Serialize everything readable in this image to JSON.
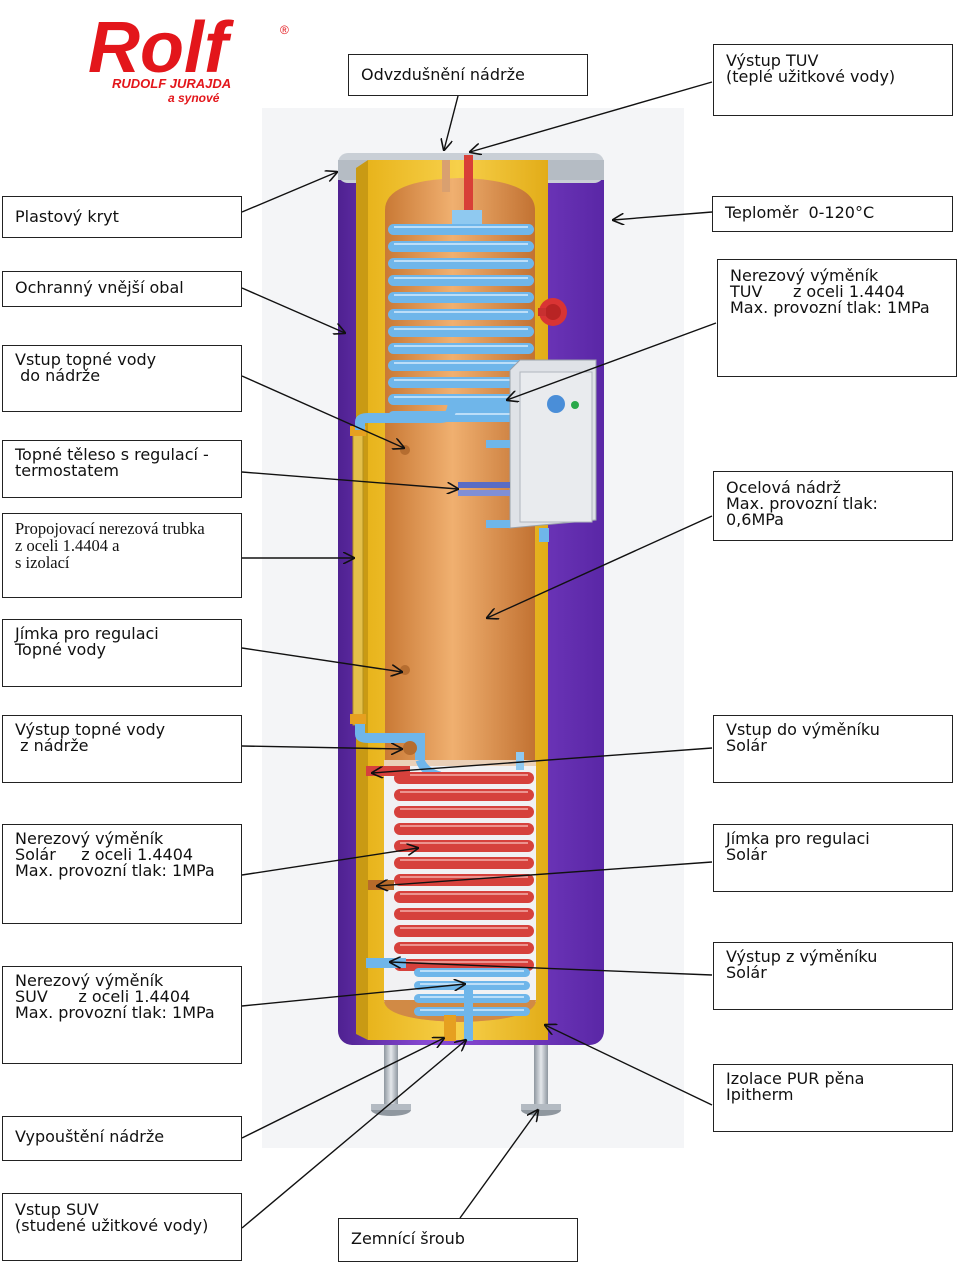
{
  "logo": {
    "brand": "Rolf",
    "registered": "®",
    "company": "RUDOLF JURAJDA",
    "suffix": "a synové",
    "color": "#e3161b"
  },
  "colors": {
    "cover": "#7c3cc9",
    "cover_dark": "#4f2191",
    "insulation": "#f1c326",
    "tank": "#e19a55",
    "coil_blue": "#6fb6ea",
    "coil_red": "#d6413c",
    "leg": "#b8c0c9"
  },
  "labels": {
    "odvzdusneni": [
      "Odvzdušnění nádrže"
    ],
    "vystup_tuv": [
      "Výstup TUV",
      "(teplé užitkové vody)"
    ],
    "plastovy_kryt": [
      "Plastový kryt"
    ],
    "teplomer": [
      "Teploměr  0-120°C"
    ],
    "ochranny_obal": [
      "Ochranný vnější obal"
    ],
    "vymenik_tuv": [
      "Nerezový výměník",
      "TUV      z oceli 1.4404",
      "Max. provozní tlak: 1MPa"
    ],
    "vstup_topne": [
      "Vstup topné vody",
      " do nádrže"
    ],
    "topne_teleso": [
      "Topné těleso s regulací -",
      "termostatem"
    ],
    "ocelova_nadrz": [
      "Ocelová nádrž",
      "Max. provozní tlak:",
      "0,6MPa"
    ],
    "propojovaci": [
      "Propojovací nerezová trubka",
      "z oceli 1.4404 a",
      "s izolací"
    ],
    "jimka_topne": [
      "Jímka pro regulaci",
      "Topné vody"
    ],
    "vystup_topne": [
      "Výstup topné vody",
      " z nádrže"
    ],
    "vstup_solar": [
      "Vstup do výměníku",
      "Solár"
    ],
    "vymenik_solar": [
      "Nerezový výměník",
      "Solár     z oceli 1.4404",
      "Max. provozní tlak: 1MPa"
    ],
    "jimka_solar": [
      "Jímka pro regulaci",
      "Solár"
    ],
    "vystup_solar": [
      "Výstup z výměníku",
      "Solár"
    ],
    "vymenik_suv": [
      "Nerezový výměník",
      "SUV      z oceli 1.4404",
      "Max. provozní tlak: 1MPa"
    ],
    "izolace": [
      "Izolace PUR pěna",
      "Ipitherm"
    ],
    "vypousteni": [
      "Vypouštění nádrže"
    ],
    "vstup_suv": [
      "Vstup SUV",
      "(studené užitkové vody)"
    ],
    "zemnici": [
      "Zemnící šroub"
    ]
  }
}
